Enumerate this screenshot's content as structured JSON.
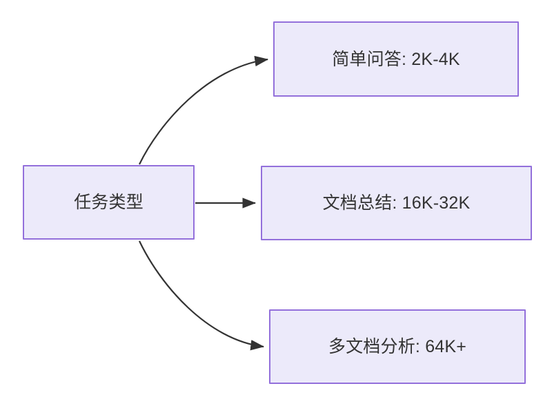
{
  "diagram": {
    "type": "flowchart",
    "direction": "left-to-right",
    "background_color": "#FFFFFF",
    "node_fill_color": "#ECEAFA",
    "node_border_color": "#9370DB",
    "node_text_color": "#333333",
    "edge_color": "#333333",
    "root": {
      "id": "node-root",
      "label": "任务类型"
    },
    "branches": [
      {
        "id": "node-simple-qa",
        "label": "简单问答: 2K-4K",
        "edge_style": "curved",
        "arrow": "arrowhead-icon"
      },
      {
        "id": "node-doc-sum",
        "label": "文档总结: 16K-32K",
        "edge_style": "straight",
        "arrow": "arrowhead-icon"
      },
      {
        "id": "node-multi-doc",
        "label": "多文档分析: 64K+",
        "edge_style": "curved",
        "arrow": "arrowhead-icon"
      }
    ]
  }
}
